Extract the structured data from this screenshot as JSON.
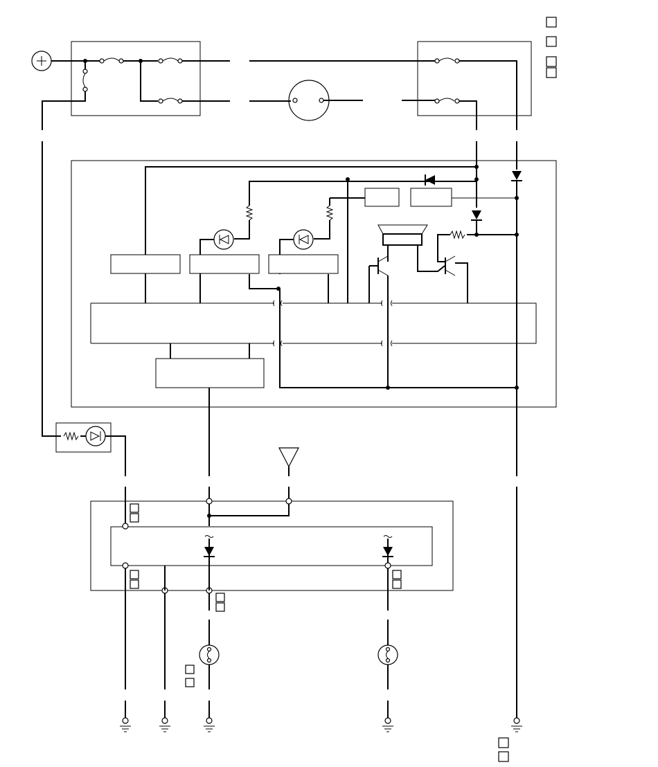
{
  "diagram": {
    "kind": "wiring-schematic",
    "text_labels": []
  },
  "legend_markers": {
    "top_right": 4,
    "bottom_right": 2
  },
  "connector_markers": {
    "count": 12
  },
  "colors": {
    "line": "#000000",
    "background": "#ffffff"
  },
  "icons": [
    "battery-icon",
    "fuse-icon",
    "bulb-icon",
    "led-icon",
    "resistor-icon",
    "diode-icon",
    "transistor-icon",
    "speaker-icon",
    "ground-icon",
    "switch-icon"
  ]
}
